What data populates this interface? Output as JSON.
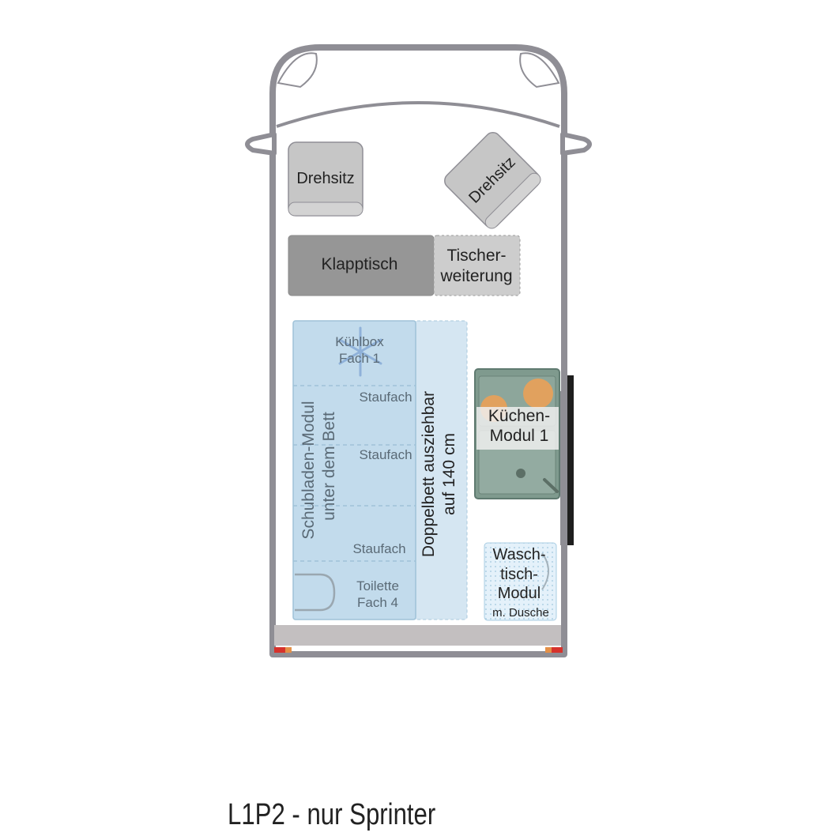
{
  "caption": "L1P2 - nur Sprinter",
  "labels": {
    "seat_left": "Drehsitz",
    "seat_right": "Drehsitz",
    "table": "Klapptisch",
    "table_ext_1": "Tischer-",
    "table_ext_2": "weiterung",
    "coolbox_1": "Kühlbox",
    "coolbox_2": "Fach 1",
    "storage_1": "Staufach",
    "storage_2": "Staufach",
    "storage_3": "Staufach",
    "toilet_1": "Toilette",
    "toilet_2": "Fach 4",
    "drawer_1": "Schubladen-Modul",
    "drawer_2": "unter dem Bett",
    "bed_1": "Doppelbett ausziehbar",
    "bed_2": "auf 140 cm",
    "kitchen_1": "Küchen-",
    "kitchen_2": "Modul 1",
    "wash_1": "Wasch-",
    "wash_2": "tisch-",
    "wash_3": "Modul",
    "wash_4": "m. Dusche"
  },
  "colors": {
    "body_outline": "#8f8e95",
    "seat_fill": "#c6c6c6",
    "table_fill": "#969696",
    "bed_fill": "#d5e6f2",
    "drawer_fill": "#c2dbec",
    "kitchen_fill": "#7f9a8e",
    "stove_ring": "#e1a15e"
  }
}
